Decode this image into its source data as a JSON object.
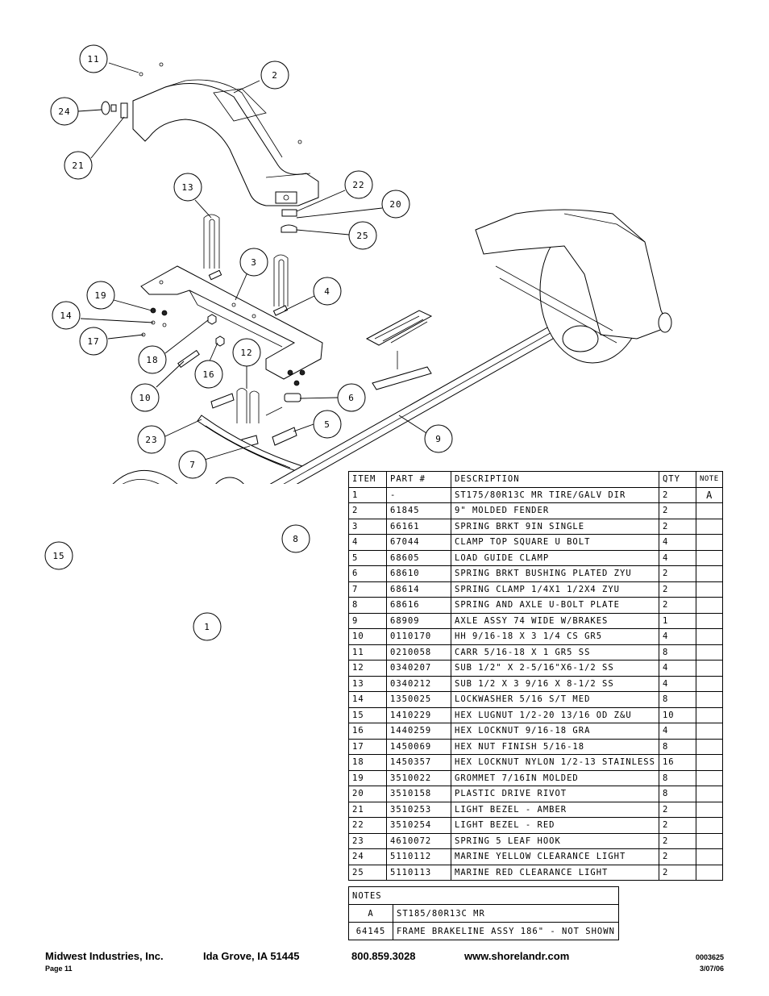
{
  "callouts": [
    "11",
    "2",
    "24",
    "21",
    "13",
    "22",
    "20",
    "25",
    "3",
    "4",
    "19",
    "14",
    "17",
    "18",
    "16",
    "12",
    "10",
    "6",
    "5",
    "23",
    "9",
    "7",
    "8",
    "15",
    "1"
  ],
  "table": {
    "headers": {
      "item": "ITEM",
      "part": "PART #",
      "description": "DESCRIPTION",
      "qty": "QTY",
      "note": "NOTE"
    },
    "rows": [
      {
        "item": "1",
        "part": "-",
        "description": "ST175/80R13C MR TIRE/GALV DIR",
        "qty": "2",
        "note": "A"
      },
      {
        "item": "2",
        "part": "61845",
        "description": "9\" MOLDED FENDER",
        "qty": "2",
        "note": ""
      },
      {
        "item": "3",
        "part": "66161",
        "description": "SPRING BRKT   9IN SINGLE",
        "qty": "2",
        "note": ""
      },
      {
        "item": "4",
        "part": "67044",
        "description": "CLAMP TOP SQUARE U BOLT",
        "qty": "4",
        "note": ""
      },
      {
        "item": "5",
        "part": "68605",
        "description": "LOAD GUIDE CLAMP",
        "qty": "4",
        "note": ""
      },
      {
        "item": "6",
        "part": "68610",
        "description": "SPRING BRKT BUSHING PLATED ZYU",
        "qty": "2",
        "note": ""
      },
      {
        "item": "7",
        "part": "68614",
        "description": "SPRING CLAMP   1/4X1 1/2X4  ZYU",
        "qty": "2",
        "note": ""
      },
      {
        "item": "8",
        "part": "68616",
        "description": "SPRING AND AXLE U-BOLT PLATE",
        "qty": "2",
        "note": ""
      },
      {
        "item": "9",
        "part": "68909",
        "description": "AXLE ASSY 74 WIDE W/BRAKES",
        "qty": "1",
        "note": ""
      },
      {
        "item": "10",
        "part": "0110170",
        "description": "HH 9/16-18 X 3 1/4 CS GR5",
        "qty": "4",
        "note": ""
      },
      {
        "item": "11",
        "part": "0210058",
        "description": "CARR 5/16-18 X 1 GR5 SS",
        "qty": "8",
        "note": ""
      },
      {
        "item": "12",
        "part": "0340207",
        "description": "SUB 1/2\" X 2-5/16\"X6-1/2 SS",
        "qty": "4",
        "note": ""
      },
      {
        "item": "13",
        "part": "0340212",
        "description": "SUB 1/2 X 3 9/16 X 8-1/2 SS",
        "qty": "4",
        "note": ""
      },
      {
        "item": "14",
        "part": "1350025",
        "description": "LOCKWASHER 5/16 S/T MED",
        "qty": "8",
        "note": ""
      },
      {
        "item": "15",
        "part": "1410229",
        "description": "HEX LUGNUT 1/2-20 13/16 OD Z&U",
        "qty": "10",
        "note": ""
      },
      {
        "item": "16",
        "part": "1440259",
        "description": "HEX LOCKNUT 9/16-18 GRA",
        "qty": "4",
        "note": ""
      },
      {
        "item": "17",
        "part": "1450069",
        "description": "HEX NUT FINISH 5/16-18",
        "qty": "8",
        "note": ""
      },
      {
        "item": "18",
        "part": "1450357",
        "description": "HEX LOCKNUT NYLON 1/2-13 STAINLESS",
        "qty": "16",
        "note": ""
      },
      {
        "item": "19",
        "part": "3510022",
        "description": "GROMMET  7/16IN MOLDED",
        "qty": "8",
        "note": ""
      },
      {
        "item": "20",
        "part": "3510158",
        "description": "PLASTIC DRIVE RIVOT",
        "qty": "8",
        "note": ""
      },
      {
        "item": "21",
        "part": "3510253",
        "description": "LIGHT BEZEL - AMBER",
        "qty": "2",
        "note": ""
      },
      {
        "item": "22",
        "part": "3510254",
        "description": "LIGHT BEZEL - RED",
        "qty": "2",
        "note": ""
      },
      {
        "item": "23",
        "part": "4610072",
        "description": "SPRING  5 LEAF HOOK",
        "qty": "2",
        "note": ""
      },
      {
        "item": "24",
        "part": "5110112",
        "description": "MARINE YELLOW CLEARANCE LIGHT",
        "qty": "2",
        "note": ""
      },
      {
        "item": "25",
        "part": "5110113",
        "description": "MARINE RED CLEARANCE LIGHT",
        "qty": "2",
        "note": ""
      }
    ]
  },
  "notes": {
    "title": "NOTES",
    "rows": [
      {
        "key": "A",
        "text": "ST185/80R13C MR"
      },
      {
        "key": "64145",
        "text": "FRAME BRAKELINE ASSY 186\"  -  NOT SHOWN"
      }
    ]
  },
  "footer": {
    "company": "Midwest Industries, Inc.",
    "city": "Ida Grove, IA  51445",
    "phone": "800.859.3028",
    "website": "www.shorelandr.com",
    "page": "Page 11",
    "doc_number": "0003625",
    "date": "3/07/06"
  }
}
